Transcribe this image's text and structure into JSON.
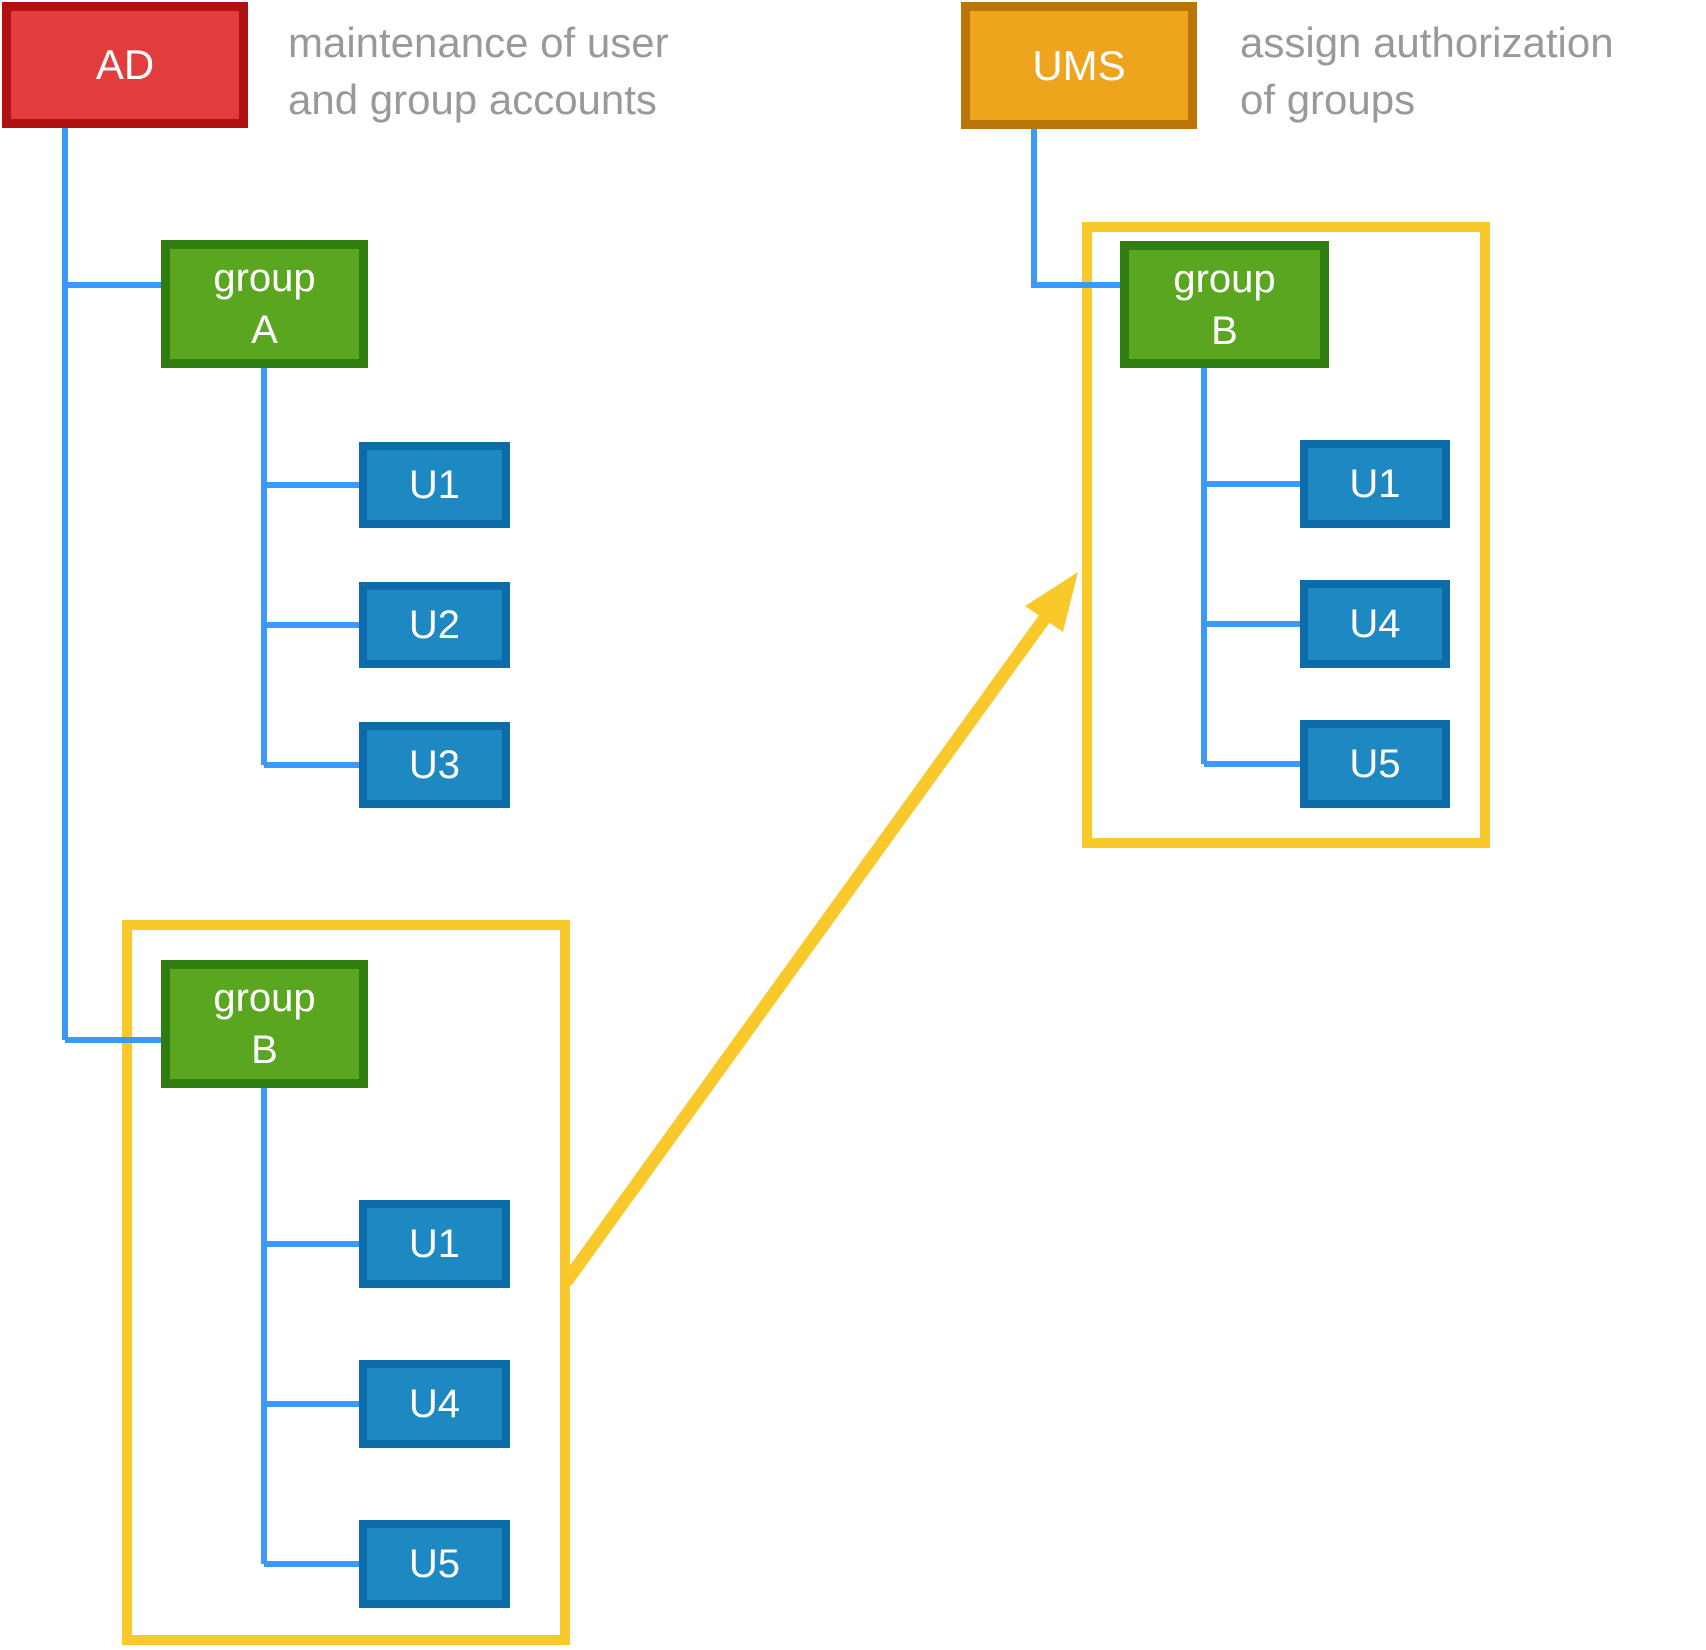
{
  "colors": {
    "ad_fill": "#e23c3c",
    "ad_border": "#b11111",
    "ums_fill": "#efa41e",
    "ums_border": "#bb7408",
    "group_fill": "#5ba620",
    "group_border": "#2e7d0e",
    "user_fill": "#1e88c2",
    "user_border": "#0c6ba8",
    "connector_blue": "#3b99fc",
    "highlight_yellow": "#f9c82b",
    "caption_gray": "#999999"
  },
  "ad": {
    "label": "AD",
    "caption": "maintenance of user\nand group accounts"
  },
  "ums": {
    "label": "UMS",
    "caption": "assign authorization\nof groups"
  },
  "ad_tree": {
    "group_a": {
      "label": "group\nA",
      "users": [
        "U1",
        "U2",
        "U3"
      ]
    },
    "group_b": {
      "label": "group\nB",
      "users": [
        "U1",
        "U4",
        "U5"
      ]
    }
  },
  "ums_tree": {
    "group_b": {
      "label": "group\nB",
      "users": [
        "U1",
        "U4",
        "U5"
      ]
    }
  }
}
